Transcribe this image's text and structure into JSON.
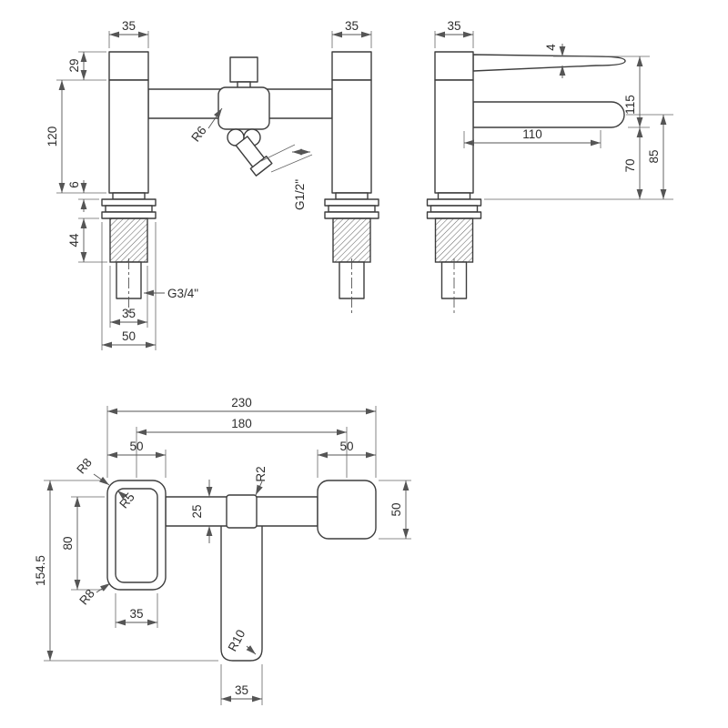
{
  "front_view": {
    "dim_pillar_left_width": "35",
    "dim_pillar_right_width": "35",
    "dim_handle_height": "29",
    "dim_body_height": "120",
    "dim_collar_height": "6",
    "dim_thread_length": "44",
    "dim_tail_width": "35",
    "dim_base_width": "50",
    "label_body_radius": "R6",
    "label_shower_outlet_thread": "G1/2\"",
    "label_tail_thread": "G3/4\""
  },
  "side_view": {
    "dim_pillar_width": "35",
    "dim_lever_thickness": "4",
    "dim_spout_reach": "110",
    "dim_height_to_lever": "115",
    "dim_spout_clearance": "70",
    "dim_spout_height": "85"
  },
  "plan_view": {
    "dim_overall_width": "230",
    "dim_centres": "180",
    "dim_left_body_width": "50",
    "dim_right_body_width": "50",
    "dim_tube_width": "25",
    "dim_right_body_depth": "50",
    "dim_left_body_depth": "80",
    "dim_overall_depth": "154.5",
    "dim_lever_head_width": "35",
    "dim_spout_width": "35",
    "label_radius_top_left": "R8",
    "label_radius_inner": "R5",
    "label_radius_centre": "R2",
    "label_radius_bottom_left": "R8",
    "label_spout_radius": "R10"
  }
}
